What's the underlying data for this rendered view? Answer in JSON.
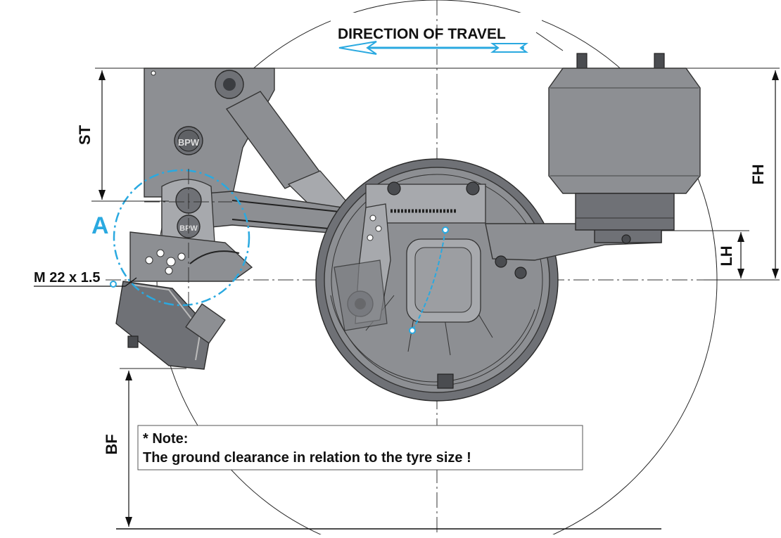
{
  "title": "DIRECTION OF TRAVEL",
  "dimensions": {
    "st": "ST",
    "fh": "FH",
    "lh": "LH",
    "bf": "BF"
  },
  "detail_marker": "A",
  "thread_spec": "M 22 x 1.5",
  "note": {
    "heading": "* Note:",
    "text": "The ground clearance in relation to the tyre size !"
  },
  "logo_text": "BPW",
  "colors": {
    "accent": "#2aa9e0",
    "metal": "#8d8f93",
    "line": "#222222"
  }
}
